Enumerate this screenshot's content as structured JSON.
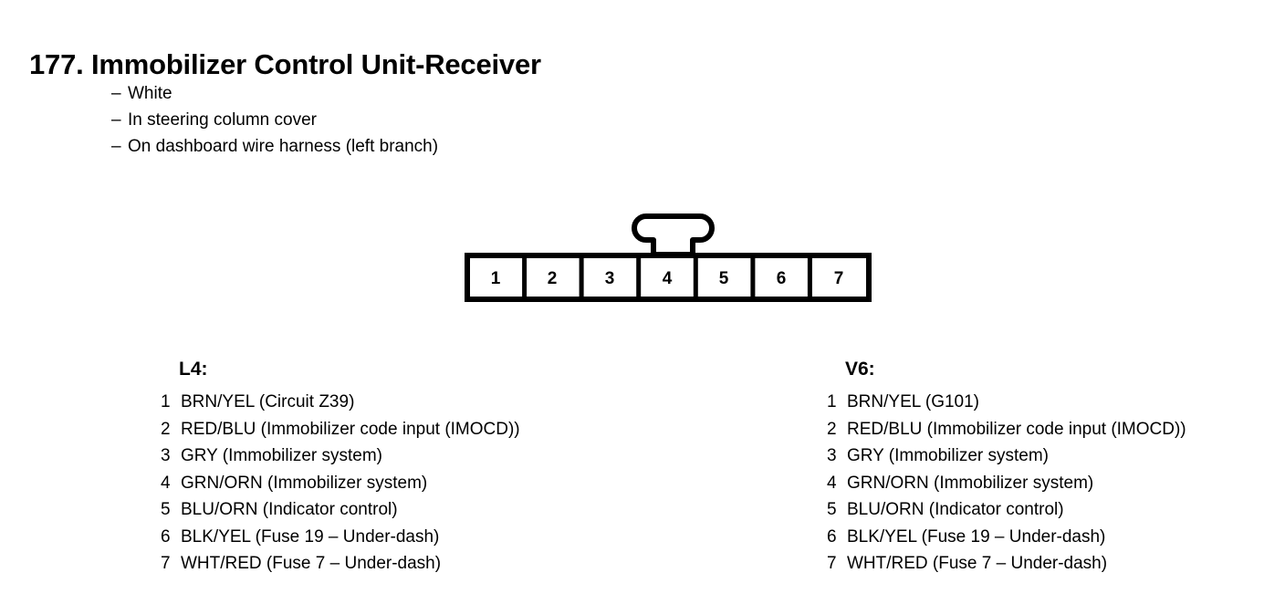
{
  "document": {
    "title": "177. Immobilizer Control Unit-Receiver",
    "number": "177.",
    "name": "Immobilizer Control Unit-Receiver",
    "notes": [
      "White",
      "In steering column cover",
      "On dashboard wire harness (left branch)"
    ],
    "note_marker": "–"
  },
  "connector": {
    "pin_count": 7,
    "pins": [
      "1",
      "2",
      "3",
      "4",
      "5",
      "6",
      "7"
    ],
    "locking_tab": "rounded-t-tab",
    "stroke_color": "#000000",
    "fill_color": "#ffffff"
  },
  "columns": [
    {
      "heading": "L4:",
      "rows": [
        {
          "pin": "1",
          "desc": "BRN/YEL (Circuit Z39)"
        },
        {
          "pin": "2",
          "desc": "RED/BLU (Immobilizer code input (IMOCD))"
        },
        {
          "pin": "3",
          "desc": "GRY (Immobilizer system)"
        },
        {
          "pin": "4",
          "desc": "GRN/ORN (Immobilizer system)"
        },
        {
          "pin": "5",
          "desc": "BLU/ORN (Indicator control)"
        },
        {
          "pin": "6",
          "desc": "BLK/YEL (Fuse 19 – Under-dash)"
        },
        {
          "pin": "7",
          "desc": "WHT/RED (Fuse 7 – Under-dash)"
        }
      ]
    },
    {
      "heading": "V6:",
      "rows": [
        {
          "pin": "1",
          "desc": "BRN/YEL (G101)"
        },
        {
          "pin": "2",
          "desc": "RED/BLU (Immobilizer code input (IMOCD))"
        },
        {
          "pin": "3",
          "desc": "GRY (Immobilizer system)"
        },
        {
          "pin": "4",
          "desc": "GRN/ORN (Immobilizer system)"
        },
        {
          "pin": "5",
          "desc": "BLU/ORN (Indicator control)"
        },
        {
          "pin": "6",
          "desc": "BLK/YEL (Fuse 19 – Under-dash)"
        },
        {
          "pin": "7",
          "desc": "WHT/RED (Fuse 7 – Under-dash)"
        }
      ]
    }
  ]
}
